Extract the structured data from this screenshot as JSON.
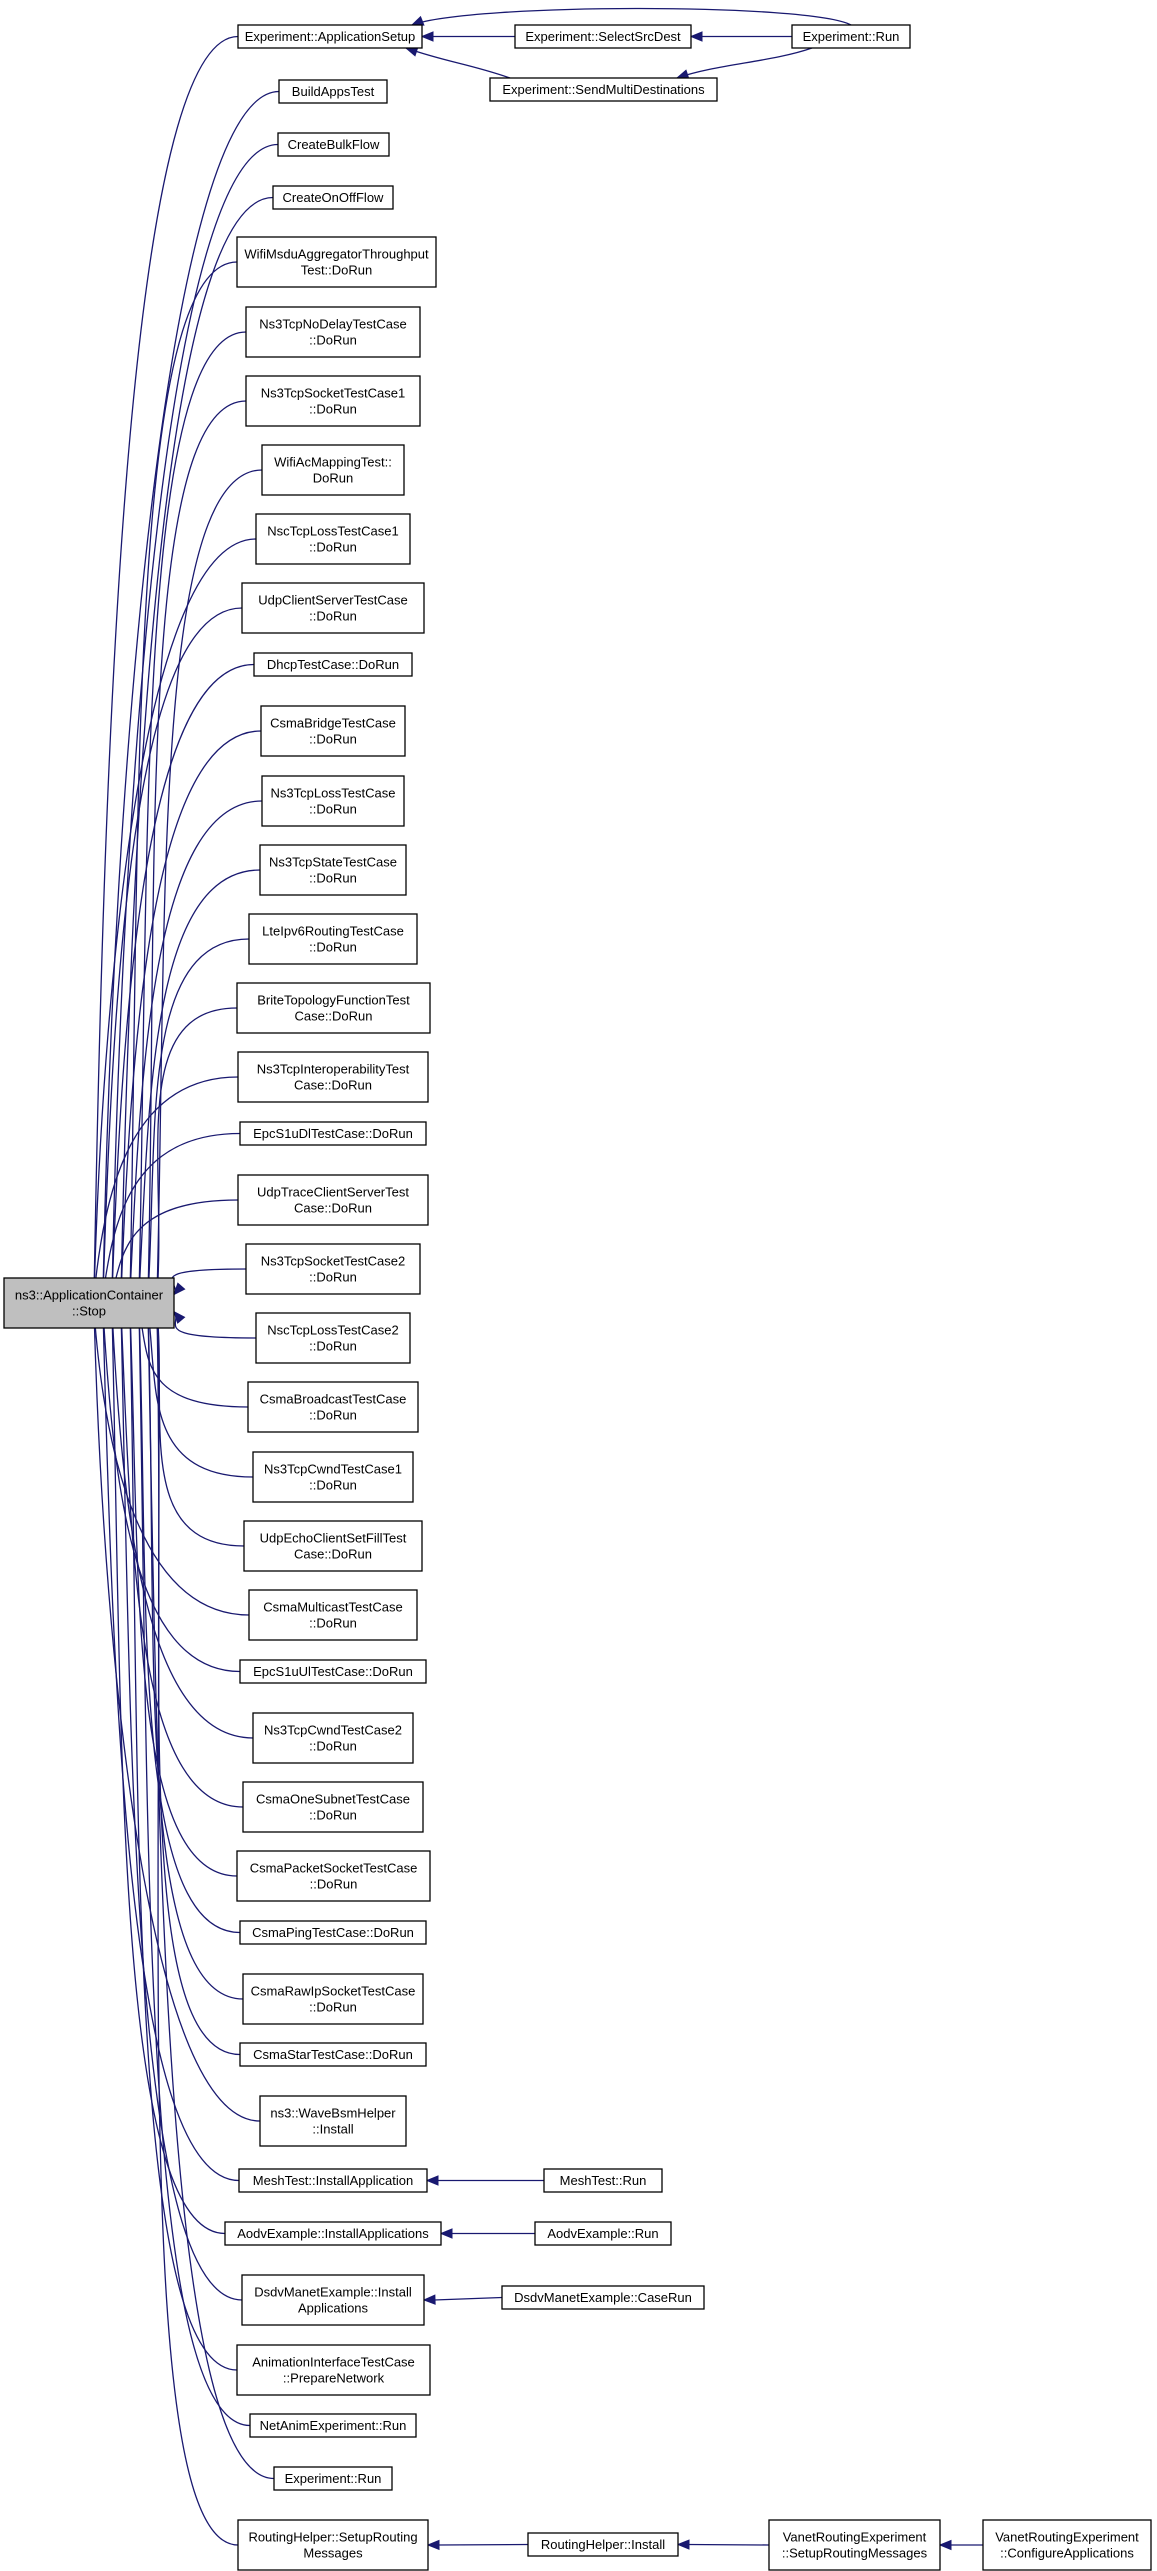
{
  "diagram": {
    "type": "call-graph",
    "nodes": [
      {
        "id": "root",
        "label": [
          "ns3::ApplicationContainer",
          "::Stop"
        ],
        "root": true
      },
      {
        "id": "app_setup",
        "label": [
          "Experiment::ApplicationSetup"
        ]
      },
      {
        "id": "build_apps",
        "label": [
          "BuildAppsTest"
        ]
      },
      {
        "id": "create_bulk",
        "label": [
          "CreateBulkFlow"
        ]
      },
      {
        "id": "create_onoff",
        "label": [
          "CreateOnOffFlow"
        ]
      },
      {
        "id": "wifi_msdu",
        "label": [
          "WifiMsduAggregatorThroughput",
          "Test::DoRun"
        ]
      },
      {
        "id": "ns3tcp_nodelay",
        "label": [
          "Ns3TcpNoDelayTestCase",
          "::DoRun"
        ]
      },
      {
        "id": "ns3tcp_socket1",
        "label": [
          "Ns3TcpSocketTestCase1",
          "::DoRun"
        ]
      },
      {
        "id": "wifi_ac",
        "label": [
          "WifiAcMappingTest::",
          "DoRun"
        ]
      },
      {
        "id": "nsc_loss1",
        "label": [
          "NscTcpLossTestCase1",
          "::DoRun"
        ]
      },
      {
        "id": "udp_cs",
        "label": [
          "UdpClientServerTestCase",
          "::DoRun"
        ]
      },
      {
        "id": "dhcp",
        "label": [
          "DhcpTestCase::DoRun"
        ]
      },
      {
        "id": "csma_bridge",
        "label": [
          "CsmaBridgeTestCase",
          "::DoRun"
        ]
      },
      {
        "id": "ns3tcp_loss",
        "label": [
          "Ns3TcpLossTestCase",
          "::DoRun"
        ]
      },
      {
        "id": "ns3tcp_state",
        "label": [
          "Ns3TcpStateTestCase",
          "::DoRun"
        ]
      },
      {
        "id": "lte_ipv6",
        "label": [
          "LteIpv6RoutingTestCase",
          "::DoRun"
        ]
      },
      {
        "id": "brite",
        "label": [
          "BriteTopologyFunctionTest",
          "Case::DoRun"
        ]
      },
      {
        "id": "ns3tcp_interop",
        "label": [
          "Ns3TcpInteroperabilityTest",
          "Case::DoRun"
        ]
      },
      {
        "id": "epc_dl",
        "label": [
          "EpcS1uDlTestCase::DoRun"
        ]
      },
      {
        "id": "udp_trace",
        "label": [
          "UdpTraceClientServerTest",
          "Case::DoRun"
        ]
      },
      {
        "id": "ns3tcp_socket2",
        "label": [
          "Ns3TcpSocketTestCase2",
          "::DoRun"
        ]
      },
      {
        "id": "nsc_loss2",
        "label": [
          "NscTcpLossTestCase2",
          "::DoRun"
        ]
      },
      {
        "id": "csma_broadcast",
        "label": [
          "CsmaBroadcastTestCase",
          "::DoRun"
        ]
      },
      {
        "id": "ns3tcp_cwnd1",
        "label": [
          "Ns3TcpCwndTestCase1",
          "::DoRun"
        ]
      },
      {
        "id": "udp_echo",
        "label": [
          "UdpEchoClientSetFillTest",
          "Case::DoRun"
        ]
      },
      {
        "id": "csma_multicast",
        "label": [
          "CsmaMulticastTestCase",
          "::DoRun"
        ]
      },
      {
        "id": "epc_ul",
        "label": [
          "EpcS1uUlTestCase::DoRun"
        ]
      },
      {
        "id": "ns3tcp_cwnd2",
        "label": [
          "Ns3TcpCwndTestCase2",
          "::DoRun"
        ]
      },
      {
        "id": "csma_onesubnet",
        "label": [
          "CsmaOneSubnetTestCase",
          "::DoRun"
        ]
      },
      {
        "id": "csma_packetsocket",
        "label": [
          "CsmaPacketSocketTestCase",
          "::DoRun"
        ]
      },
      {
        "id": "csma_ping",
        "label": [
          "CsmaPingTestCase::DoRun"
        ]
      },
      {
        "id": "csma_rawip",
        "label": [
          "CsmaRawIpSocketTestCase",
          "::DoRun"
        ]
      },
      {
        "id": "csma_star",
        "label": [
          "CsmaStarTestCase::DoRun"
        ]
      },
      {
        "id": "wave_bsm",
        "label": [
          "ns3::WaveBsmHelper",
          "::Install"
        ]
      },
      {
        "id": "mesh_install",
        "label": [
          "MeshTest::InstallApplication"
        ]
      },
      {
        "id": "aodv_install",
        "label": [
          "AodvExample::InstallApplications"
        ]
      },
      {
        "id": "dsdv_install",
        "label": [
          "DsdvManetExample::Install",
          "Applications"
        ]
      },
      {
        "id": "anim_iface",
        "label": [
          "AnimationInterfaceTestCase",
          "::PrepareNetwork"
        ]
      },
      {
        "id": "netanim_run",
        "label": [
          "NetAnimExperiment::Run"
        ]
      },
      {
        "id": "experiment_run2",
        "label": [
          "Experiment::Run"
        ]
      },
      {
        "id": "routing_setup",
        "label": [
          "RoutingHelper::SetupRouting",
          "Messages"
        ]
      },
      {
        "id": "select_src",
        "label": [
          "Experiment::SelectSrcDest"
        ]
      },
      {
        "id": "send_multi",
        "label": [
          "Experiment::SendMultiDestinations"
        ]
      },
      {
        "id": "experiment_run",
        "label": [
          "Experiment::Run"
        ]
      },
      {
        "id": "mesh_run",
        "label": [
          "MeshTest::Run"
        ]
      },
      {
        "id": "aodv_run",
        "label": [
          "AodvExample::Run"
        ]
      },
      {
        "id": "dsdv_caserun",
        "label": [
          "DsdvManetExample::CaseRun"
        ]
      },
      {
        "id": "routing_install",
        "label": [
          "RoutingHelper::Install"
        ]
      },
      {
        "id": "vanet_setup",
        "label": [
          "VanetRoutingExperiment",
          "::SetupRoutingMessages"
        ]
      },
      {
        "id": "vanet_config",
        "label": [
          "VanetRoutingExperiment",
          "::ConfigureApplications"
        ]
      }
    ],
    "edges": [
      [
        "app_setup",
        "root"
      ],
      [
        "build_apps",
        "root"
      ],
      [
        "create_bulk",
        "root"
      ],
      [
        "create_onoff",
        "root"
      ],
      [
        "wifi_msdu",
        "root"
      ],
      [
        "ns3tcp_nodelay",
        "root"
      ],
      [
        "ns3tcp_socket1",
        "root"
      ],
      [
        "wifi_ac",
        "root"
      ],
      [
        "nsc_loss1",
        "root"
      ],
      [
        "udp_cs",
        "root"
      ],
      [
        "dhcp",
        "root"
      ],
      [
        "csma_bridge",
        "root"
      ],
      [
        "ns3tcp_loss",
        "root"
      ],
      [
        "ns3tcp_state",
        "root"
      ],
      [
        "lte_ipv6",
        "root"
      ],
      [
        "brite",
        "root"
      ],
      [
        "ns3tcp_interop",
        "root"
      ],
      [
        "epc_dl",
        "root"
      ],
      [
        "udp_trace",
        "root"
      ],
      [
        "ns3tcp_socket2",
        "root"
      ],
      [
        "nsc_loss2",
        "root"
      ],
      [
        "csma_broadcast",
        "root"
      ],
      [
        "ns3tcp_cwnd1",
        "root"
      ],
      [
        "udp_echo",
        "root"
      ],
      [
        "csma_multicast",
        "root"
      ],
      [
        "epc_ul",
        "root"
      ],
      [
        "ns3tcp_cwnd2",
        "root"
      ],
      [
        "csma_onesubnet",
        "root"
      ],
      [
        "csma_packetsocket",
        "root"
      ],
      [
        "csma_ping",
        "root"
      ],
      [
        "csma_rawip",
        "root"
      ],
      [
        "csma_star",
        "root"
      ],
      [
        "wave_bsm",
        "root"
      ],
      [
        "mesh_install",
        "root"
      ],
      [
        "aodv_install",
        "root"
      ],
      [
        "dsdv_install",
        "root"
      ],
      [
        "anim_iface",
        "root"
      ],
      [
        "netanim_run",
        "root"
      ],
      [
        "experiment_run2",
        "root"
      ],
      [
        "routing_setup",
        "root"
      ],
      [
        "select_src",
        "app_setup"
      ],
      [
        "send_multi",
        "app_setup"
      ],
      [
        "experiment_run",
        "app_setup"
      ],
      [
        "experiment_run",
        "select_src"
      ],
      [
        "experiment_run",
        "send_multi"
      ],
      [
        "mesh_run",
        "mesh_install"
      ],
      [
        "aodv_run",
        "aodv_install"
      ],
      [
        "dsdv_caserun",
        "dsdv_install"
      ],
      [
        "routing_install",
        "routing_setup"
      ],
      [
        "vanet_setup",
        "routing_install"
      ],
      [
        "vanet_config",
        "vanet_setup"
      ]
    ]
  }
}
